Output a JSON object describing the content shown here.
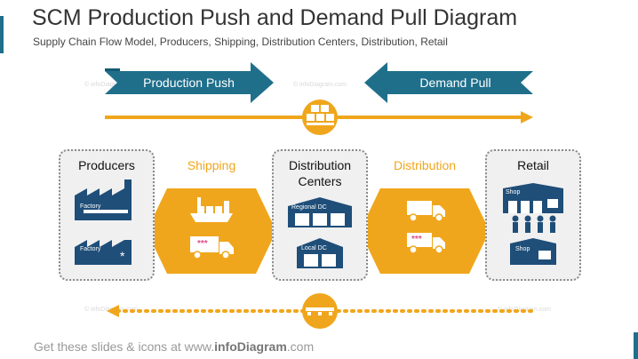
{
  "title": "SCM Production Push and Demand Pull Diagram",
  "subtitle": "Supply Chain Flow Model, Producers, Shipping, Distribution Centers, Distribution, Retail",
  "push_label": "Production Push",
  "pull_label": "Demand Pull",
  "columns": {
    "producers": "Producers",
    "shipping": "Shipping",
    "distribution_centers_line1": "Distribution",
    "distribution_centers_line2": "Centers",
    "distribution": "Distribution",
    "retail": "Retail"
  },
  "icons": {
    "factory1_label": "Factory",
    "factory2_label": "Factory",
    "regional_dc_label": "Regional DC",
    "local_dc_label": "Local DC",
    "shop1_label": "Shop",
    "shop2_label": "Shop",
    "truck_stars": "***",
    "factory_star": "*"
  },
  "footer": {
    "prefix": "Get these slides & icons at www.",
    "brand": "infoDiagram",
    "suffix": ".com"
  },
  "watermark": "© infoDiagram.com",
  "colors": {
    "teal": "#1f6f8b",
    "navy": "#1f4e79",
    "orange": "#f0a61c",
    "card_bg": "#f0f0f0"
  }
}
